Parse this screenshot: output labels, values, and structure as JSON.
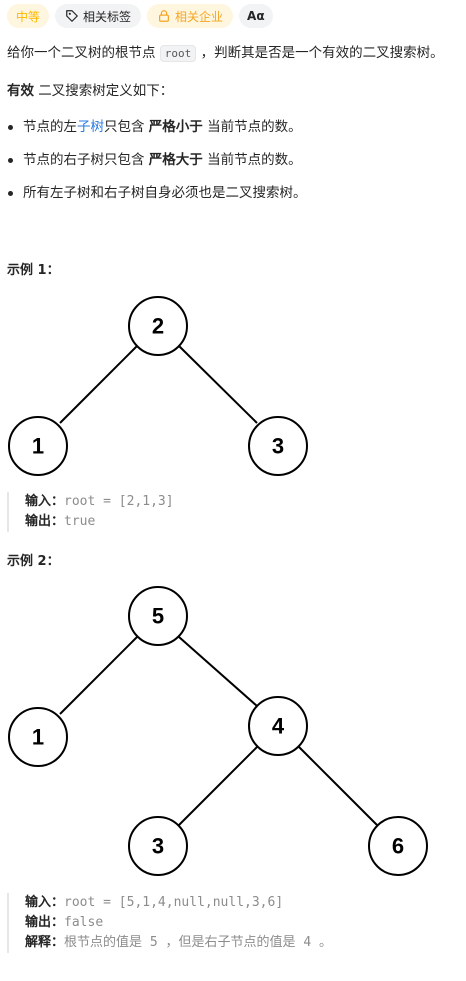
{
  "tags": {
    "difficulty": "中等",
    "related_tags": "相关标签",
    "related_companies": "相关企业",
    "font_toggle": "Aα"
  },
  "description": {
    "line1_pre": "给你一个二叉树的根节点 ",
    "line1_code": "root",
    "line1_post": " ，判断其是否是一个有效的二叉搜索树。",
    "def_bold": "有效",
    "def_rest": " 二叉搜索树定义如下：",
    "bullets": [
      {
        "pre": "节点的左",
        "link": "子树",
        "mid": "只包含 ",
        "bold": "严格小于",
        "post": " 当前节点的数。"
      },
      {
        "pre": "节点的右子树只包含 ",
        "bold": "严格大于",
        "post": " 当前节点的数。"
      },
      {
        "text": "所有左子树和右子树自身必须也是二叉搜索树。"
      }
    ]
  },
  "examples": [
    {
      "title": "示例 1：",
      "nodes": [
        "2",
        "1",
        "3"
      ],
      "input_label": "输入：",
      "input_value": "root = [2,1,3]",
      "output_label": "输出：",
      "output_value": "true"
    },
    {
      "title": "示例 2：",
      "nodes": [
        "5",
        "1",
        "4",
        "3",
        "6"
      ],
      "input_label": "输入：",
      "input_value": "root = [5,1,4,null,null,3,6]",
      "output_label": "输出：",
      "output_value": "false",
      "explain_label": "解释：",
      "explain_value": "根节点的值是 5 ，但是右子节点的值是 4 。"
    }
  ]
}
